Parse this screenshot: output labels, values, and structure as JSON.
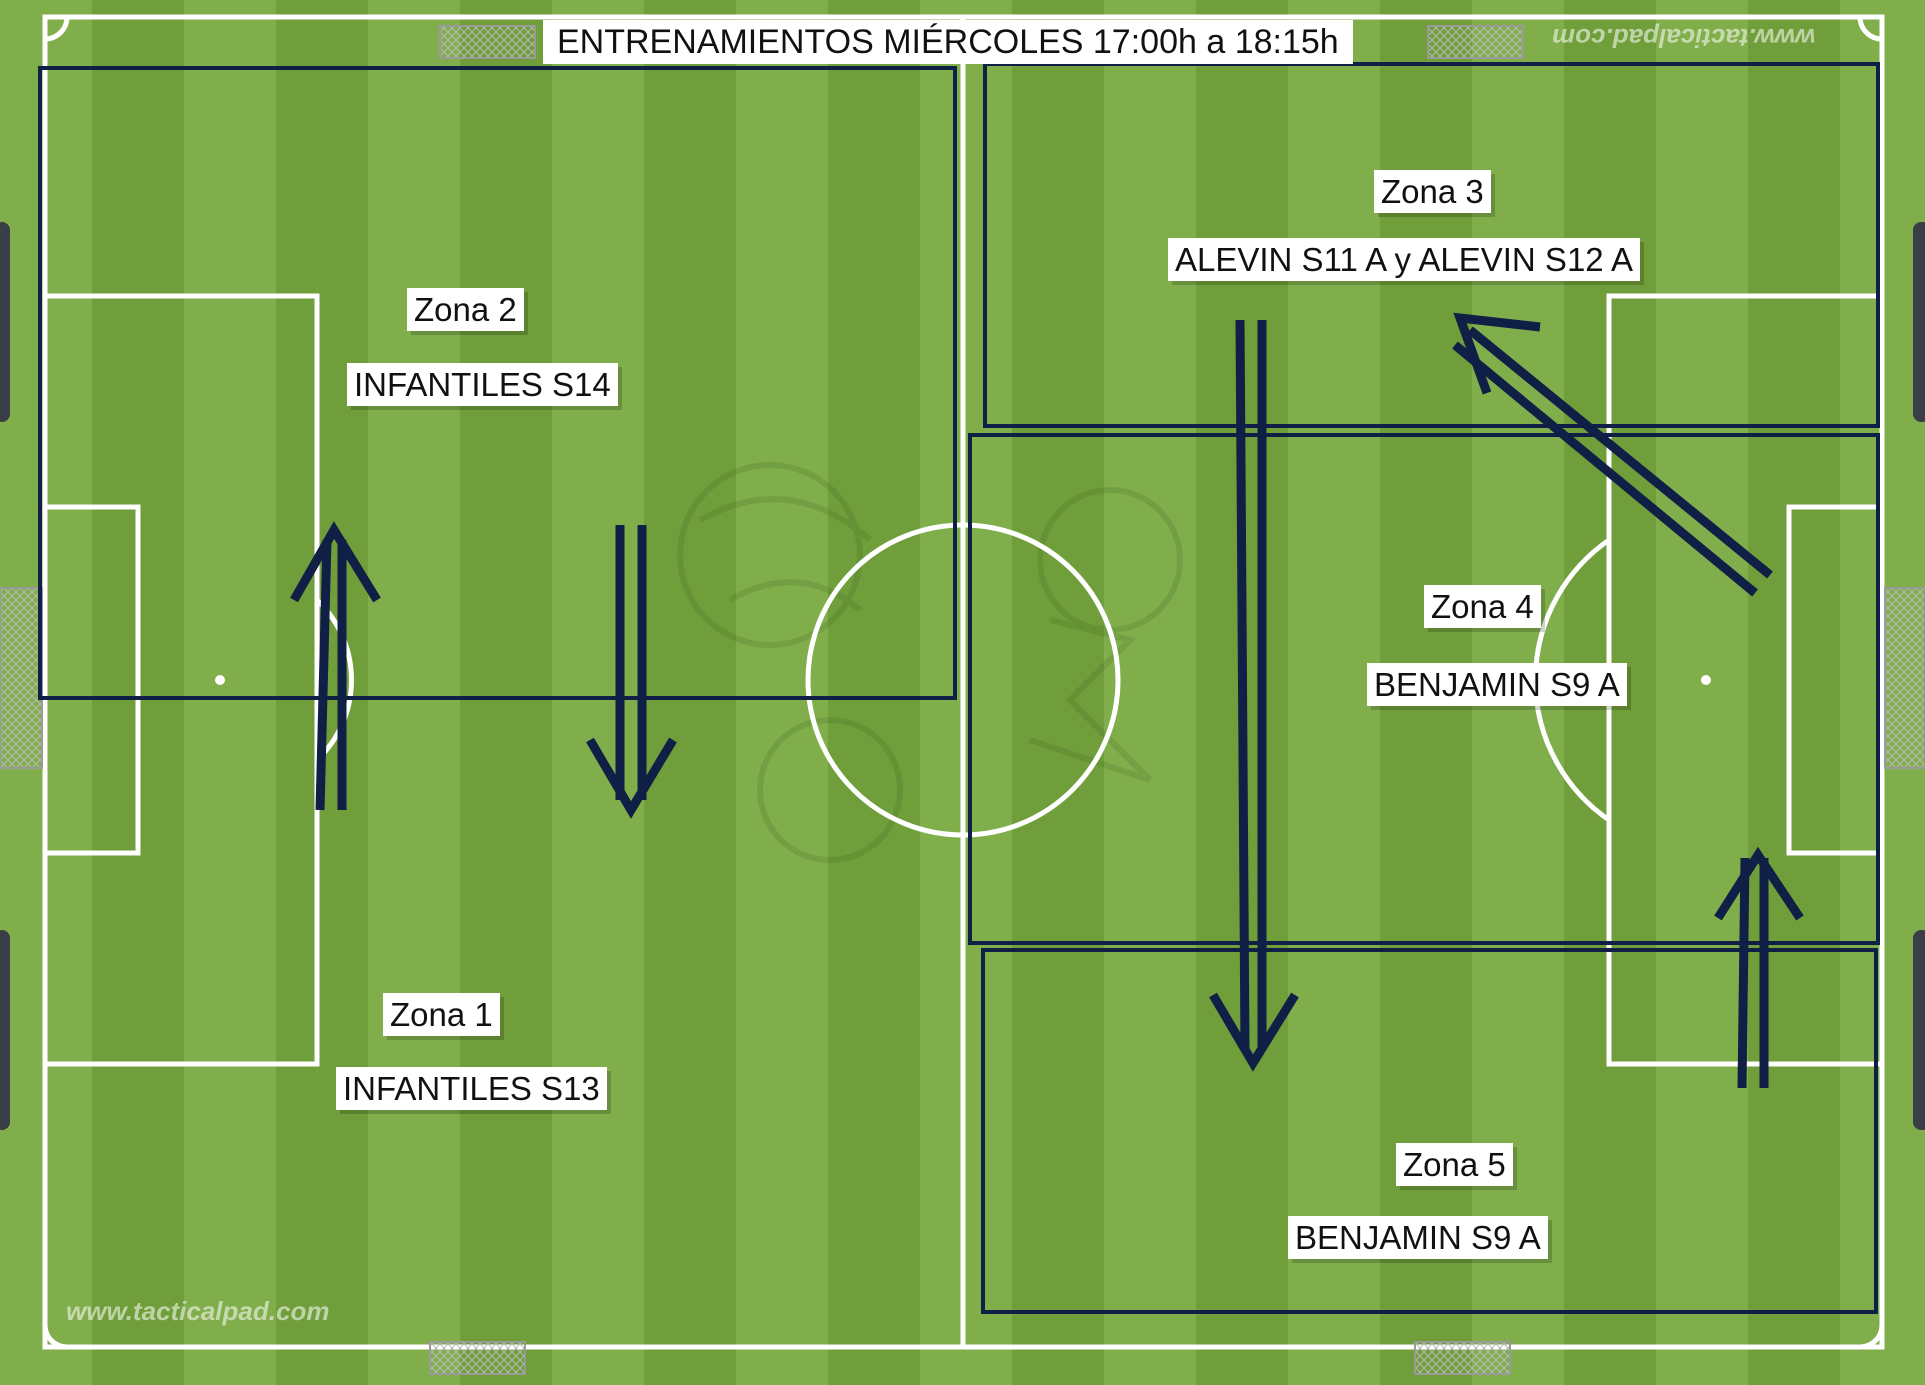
{
  "title": "ENTRENAMIENTOS MIÉRCOLES 17:00h a 18:15h",
  "watermark": "www.tacticalpad.com",
  "colors": {
    "grass_dark": "#6f9e3a",
    "grass_light": "#80ae4b",
    "lines": "#ffffff",
    "zone_border": "#0f1f45",
    "arrow": "#0f1f45"
  },
  "zones": [
    {
      "zone_label": "Zona 1",
      "team": "INFANTILES S13"
    },
    {
      "zone_label": "Zona 2",
      "team": "INFANTILES S14"
    },
    {
      "zone_label": "Zona 3",
      "team": "ALEVIN S11 A y ALEVIN S12 A"
    },
    {
      "zone_label": "Zona  4",
      "team": "BENJAMIN S9 A"
    },
    {
      "zone_label": "Zona 5",
      "team": "BENJAMIN S9 A"
    }
  ]
}
